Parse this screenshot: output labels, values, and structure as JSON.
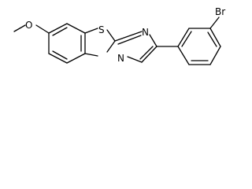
{
  "molecule": {
    "atom_labels": {
      "oxygen": "O",
      "sulfur": "S",
      "nitrogen_imine": "N",
      "nitrogen_bridge": "N",
      "bromine": "Br"
    },
    "colors": {
      "ink": "#000000",
      "background": "#ffffff"
    }
  }
}
